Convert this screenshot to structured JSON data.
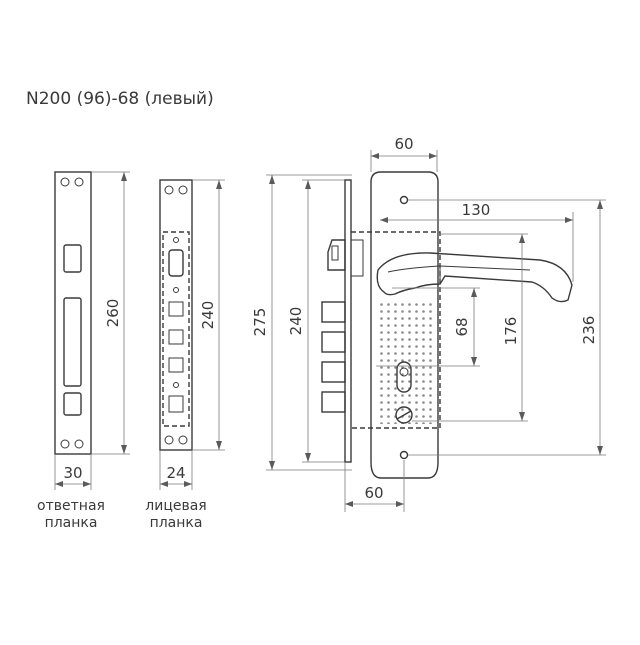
{
  "title": "N200 (96)-68 (левый)",
  "strike_plate": {
    "height_label": "260",
    "width_label": "30",
    "caption_line1": "ответная",
    "caption_line2": "планка"
  },
  "face_plate": {
    "height_label": "240",
    "width_label": "24",
    "caption_line1": "лицевая",
    "caption_line2": "планка"
  },
  "lock_assembly": {
    "total_height_label": "275",
    "body_height_label": "240",
    "handle_plate_width_label": "60",
    "backset_label": "60",
    "handle_length_label": "130",
    "spindle_to_cylinder_label": "68",
    "handle_to_bottom_screw_label": "176",
    "plate_screw_span_label": "236"
  }
}
